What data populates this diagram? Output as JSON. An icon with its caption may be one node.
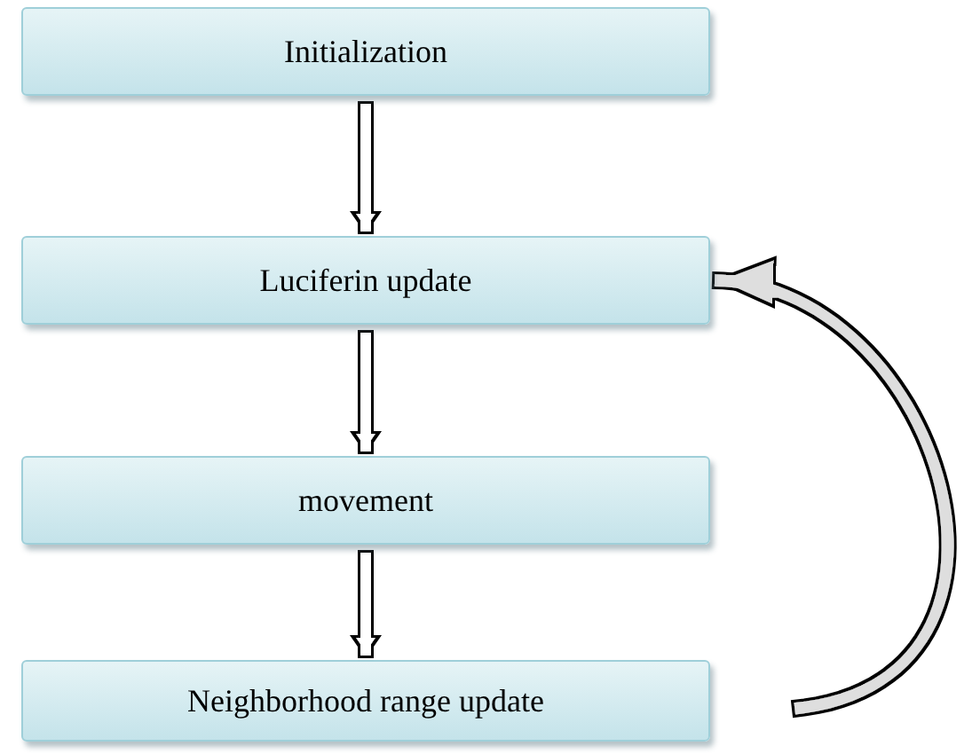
{
  "diagram": {
    "nodes": [
      {
        "text": [
          "Initialization"
        ]
      },
      {
        "text": [
          "Luciferin update"
        ]
      },
      {
        "text": [
          "movement"
        ]
      },
      {
        "text": [
          "Neighborhood range update"
        ]
      }
    ],
    "edges": [
      {
        "from": 0,
        "to": 1,
        "arrow": "to"
      },
      {
        "from": 1,
        "to": 2,
        "arrow": "to"
      },
      {
        "from": 2,
        "to": 3,
        "arrow": "to"
      },
      {
        "from": 3,
        "to": 1,
        "arrow": "to"
      }
    ]
  }
}
